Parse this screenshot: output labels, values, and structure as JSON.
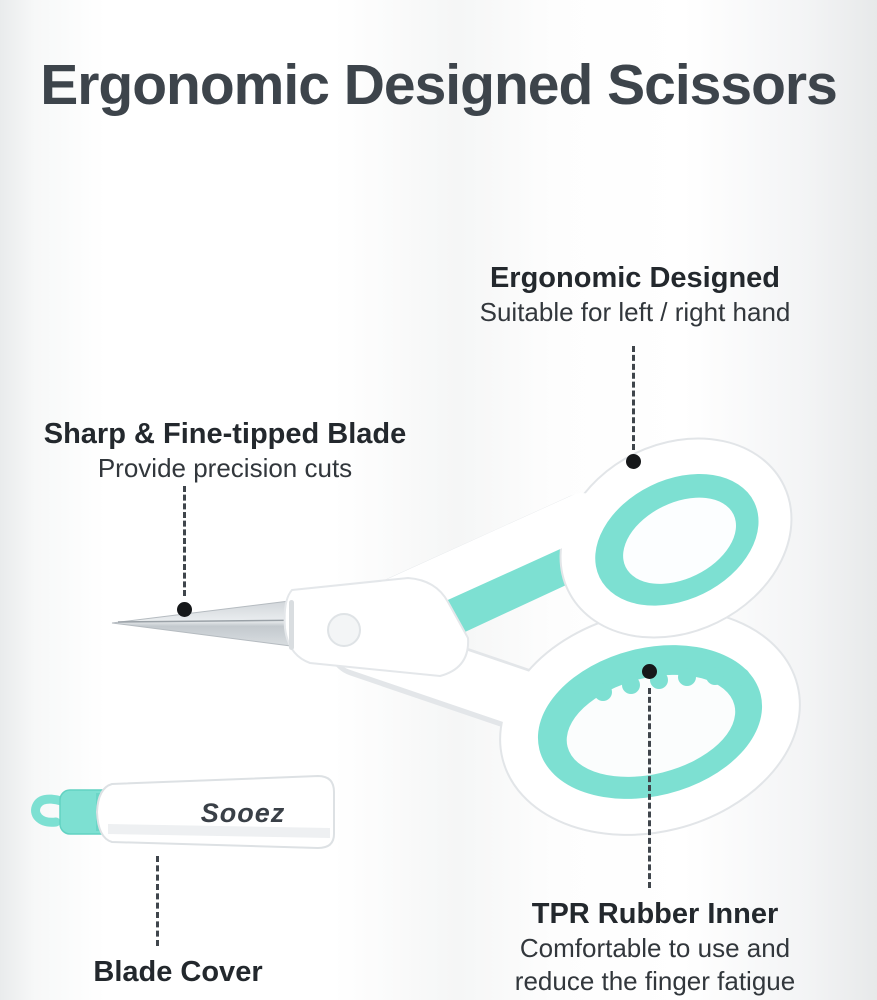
{
  "title": "Ergonomic Designed Scissors",
  "brand": "Sooez",
  "colors": {
    "accent_teal": "#7de0d2",
    "title_text": "#3d444b",
    "heading_text": "#23282d",
    "body_text": "#32373c"
  },
  "callouts": {
    "ergonomic": {
      "heading": "Ergonomic Designed",
      "subtext": "Suitable for left / right hand"
    },
    "blade": {
      "heading": "Sharp & Fine-tipped Blade",
      "subtext": "Provide precision cuts"
    },
    "tpr": {
      "heading": "TPR Rubber Inner",
      "subtext_line1": "Comfortable to use and",
      "subtext_line2": "reduce the finger fatigue"
    },
    "blade_cover": {
      "heading": "Blade Cover"
    }
  }
}
